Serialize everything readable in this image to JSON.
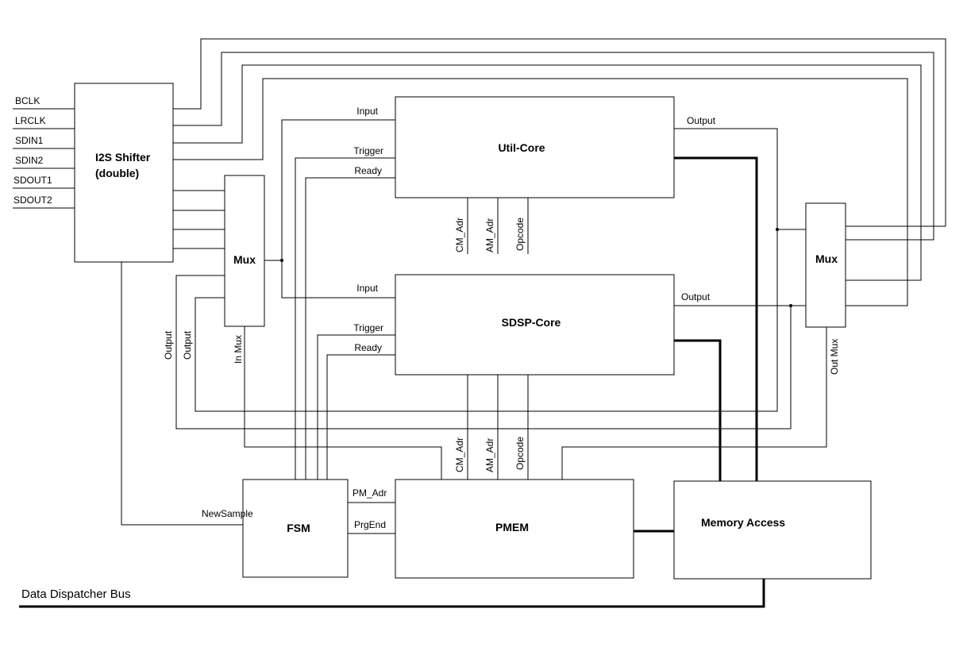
{
  "blocks": {
    "i2s_line1": "I2S Shifter",
    "i2s_line2": "(double)",
    "mux_in": "Mux",
    "util_core": "Util-Core",
    "sdsp_core": "SDSP-Core",
    "mux_out": "Mux",
    "fsm": "FSM",
    "pmem": "PMEM",
    "memory_access": "Memory Access"
  },
  "i2s_ports": [
    "BCLK",
    "LRCLK",
    "SDIN1",
    "SDIN2",
    "SDOUT1",
    "SDOUT2"
  ],
  "signals": {
    "util_input": "Input",
    "util_trigger": "Trigger",
    "util_ready": "Ready",
    "util_output": "Output",
    "sdsp_input": "Input",
    "sdsp_trigger": "Trigger",
    "sdsp_ready": "Ready",
    "sdsp_output": "Output",
    "util_cm_adr": "CM_Adr",
    "util_am_adr": "AM_Adr",
    "util_opcode": "Opcode",
    "sdsp_cm_adr": "CM_Adr",
    "sdsp_am_adr": "AM_Adr",
    "sdsp_opcode": "Opcode",
    "output_left1": "Output",
    "output_left2": "Output",
    "in_mux": "In Mux",
    "out_mux": "Out Mux",
    "new_sample": "NewSample",
    "pm_adr": "PM_Adr",
    "prg_end": "PrgEnd"
  },
  "bus": {
    "data_dispatcher": "Data Dispatcher Bus"
  }
}
